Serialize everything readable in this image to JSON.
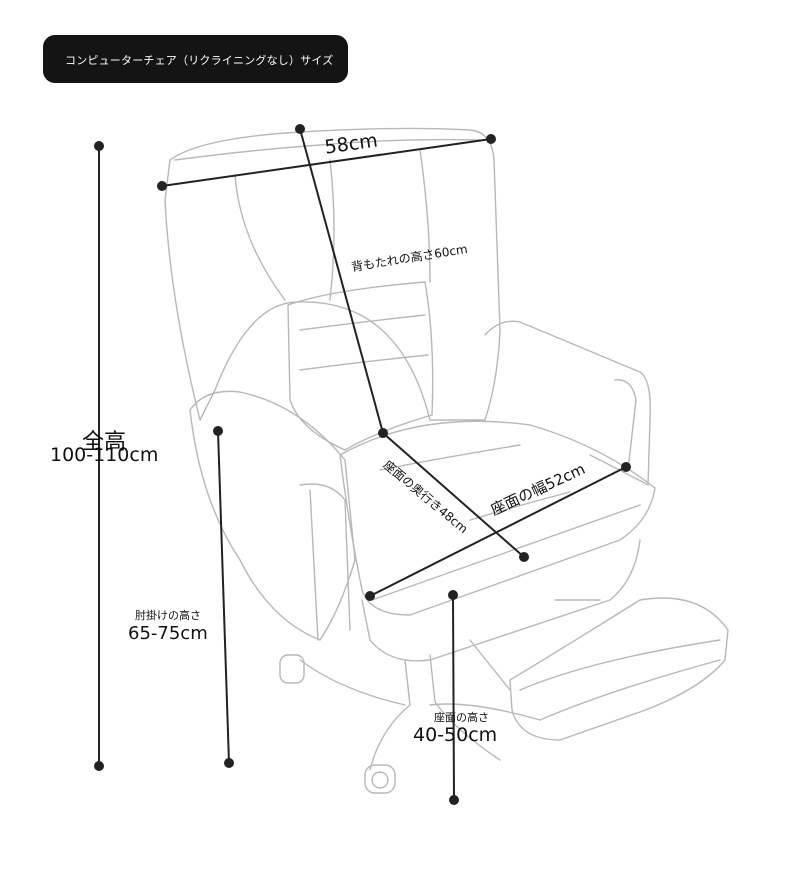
{
  "banner": {
    "title": "コンピューターチェア（リクライニングなし）サイズ"
  },
  "dimensions": {
    "width": "58cm",
    "backrest_height": "背もたれの高さ60cm",
    "total_height_label": "全高",
    "total_height_value": "100-110cm",
    "seat_depth": "座面の奥行き48cm",
    "seat_width": "座面の幅52cm",
    "armrest_height_label": "肘掛けの高さ",
    "armrest_height_value": "65-75cm",
    "seat_height_label": "座面の高さ",
    "seat_height_value": "40-50cm"
  },
  "colors": {
    "banner_bg": "#141414",
    "line": "#222222",
    "chair_outline": "#b8b8b8"
  }
}
